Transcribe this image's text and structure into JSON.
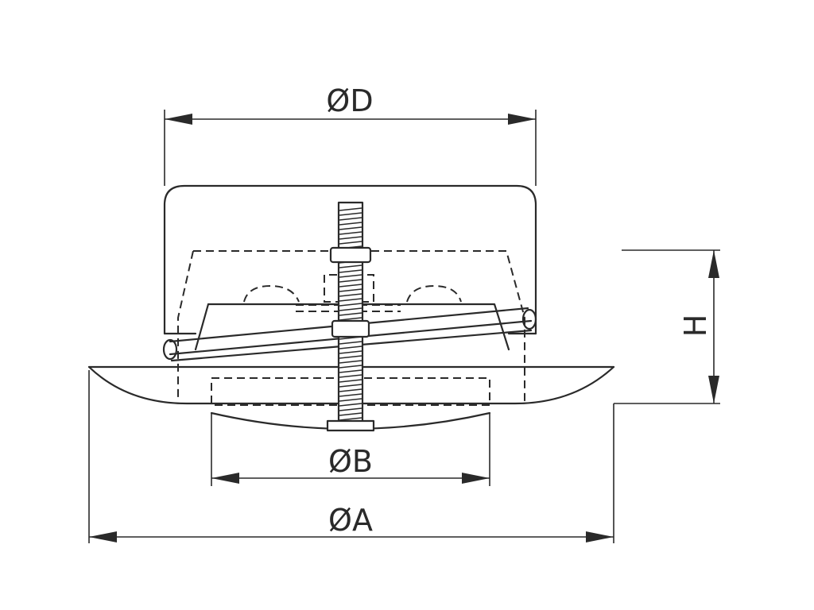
{
  "labels": {
    "dim_d": "ØD",
    "dim_b": "ØB",
    "dim_a": "ØA",
    "dim_h": "H"
  },
  "colors": {
    "line": "#2a2a2a",
    "background": "#ffffff"
  }
}
